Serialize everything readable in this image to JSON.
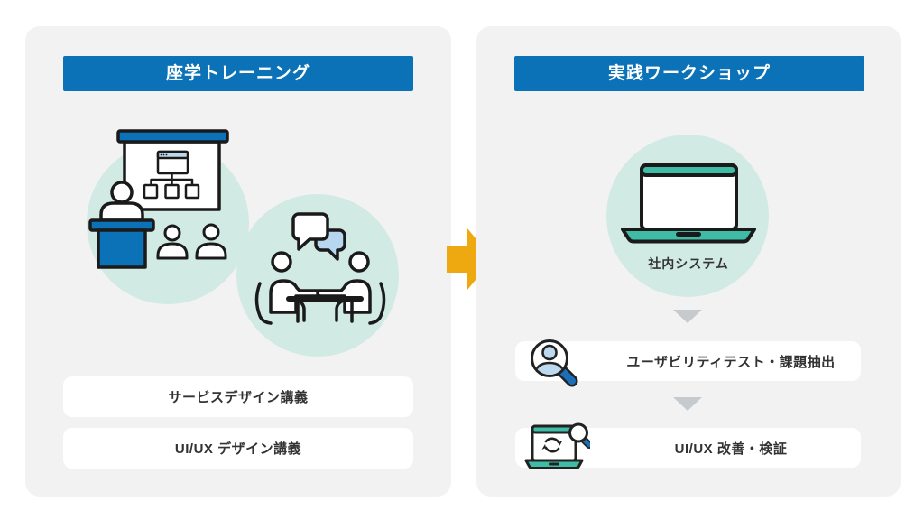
{
  "diagram": {
    "left_panel": {
      "title": "座学トレーニング",
      "items": [
        {
          "label": "サービスデザイン講義"
        },
        {
          "label": "UI/UX デザイン講義"
        }
      ],
      "illustrations": [
        "presentation-lecture",
        "pair-discussion"
      ]
    },
    "flow": {
      "arrow": "left-to-right"
    },
    "right_panel": {
      "title": "実践ワークショップ",
      "device_label": "社内システム",
      "steps": [
        {
          "label": "ユーザビリティテスト・課題抽出",
          "icon": "user-search-icon"
        },
        {
          "label": "UI/UX 改善・検証",
          "icon": "laptop-sync-search-icon"
        }
      ]
    },
    "colors": {
      "header_blue": "#0C72B8",
      "panel_gray": "#F2F2F3",
      "circle_teal": "#D2EAE4",
      "device_teal": "#3FBCA6",
      "arrow_orange": "#EDA90F",
      "bubble_blue": "#B7D7F0",
      "person_fill_blue": "#BCD9F0",
      "handle_blue": "#1B6FB8",
      "step_arrow_gray": "#C7CACC",
      "text_dark": "#333333"
    }
  }
}
